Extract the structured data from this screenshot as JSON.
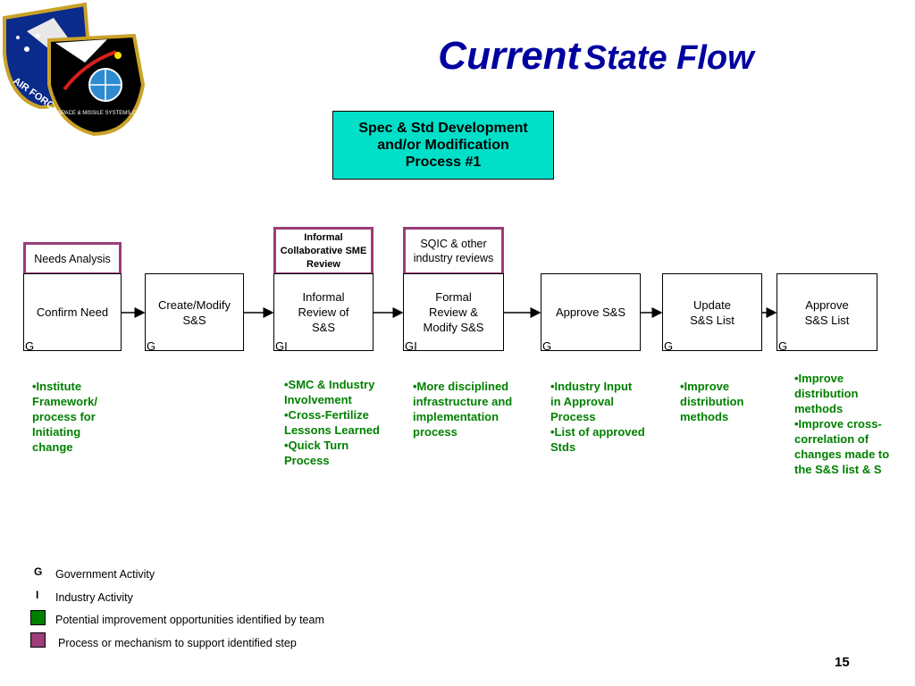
{
  "title": {
    "part1": "Current",
    "part2": "State Flow"
  },
  "process_box": "Spec & Std Development and/or Modification Process #1",
  "steps": [
    {
      "label": "Confirm Need",
      "tag": "G"
    },
    {
      "label": "Create/Modify S&S",
      "tag": "G"
    },
    {
      "label": "Informal Review of S&S",
      "tag": "GI"
    },
    {
      "label": "Formal Review & Modify S&S",
      "tag": "GI"
    },
    {
      "label": "Approve S&S",
      "tag": "G"
    },
    {
      "label": "Update S&S List",
      "tag": "G"
    },
    {
      "label": "Approve S&S List",
      "tag": "G"
    }
  ],
  "supports": [
    "Needs Analysis",
    "Informal Collaborative SME Review",
    "SQIC & other industry reviews"
  ],
  "improvements": {
    "confirm_need": "•Institute Framework/ process  for Initiating change",
    "informal_review": "•SMC & Industry Involvement\n•Cross-Fertilize Lessons Learned\n•Quick Turn Process",
    "formal_review": "•More disciplined infrastructure and implementation process",
    "approve_ss": "•Industry Input in Approval Process\n•List of approved Stds",
    "update_list": "•Improve distribution methods",
    "approve_list": "•Improve distribution methods\n•Improve cross-correlation of changes made to the S&S list & S"
  },
  "legend": [
    {
      "symbol": "G",
      "text": "Government Activity"
    },
    {
      "symbol": "I",
      "text": "Industry Activity"
    },
    {
      "symbol": "green-square",
      "text": "Potential improvement opportunities identified by team"
    },
    {
      "symbol": "purple-square",
      "text": "Process or mechanism to support identified step"
    }
  ],
  "page_number": "15",
  "colors": {
    "title": "#0000a0",
    "process_box": "#00e0c8",
    "support_border": "#9c3c78",
    "improvement_text": "#008000",
    "legend_green": "#008000",
    "legend_purple": "#9c3c78"
  },
  "icons": [
    "air-force-emblem",
    "space-missile-systems-center-emblem"
  ]
}
